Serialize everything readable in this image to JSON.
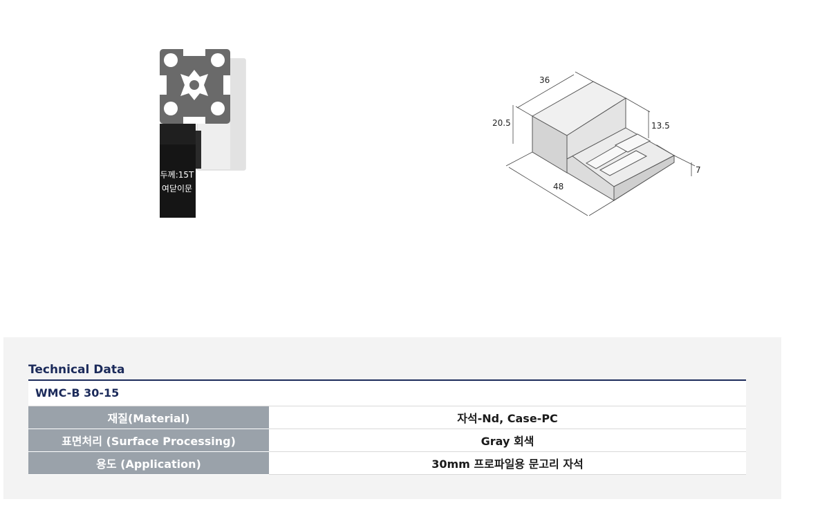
{
  "profile_figure": {
    "label_thickness": "두께:15T",
    "label_type": "여닫이문"
  },
  "bracket_figure": {
    "dim_length_top": "36",
    "dim_height": "20.5",
    "dim_step_height": "13.5",
    "dim_base_height": "7",
    "dim_length_bottom": "48"
  },
  "technical_data": {
    "heading": "Technical Data",
    "model": "WMC-B 30-15",
    "rows": [
      {
        "label": "재질(Material)",
        "value": "자석-Nd, Case-PC"
      },
      {
        "label": "표면처리 (Surface Processing)",
        "value": "Gray 회색"
      },
      {
        "label": "용도 (Application)",
        "value": "30mm 프로파일용 문고리 자석"
      }
    ]
  }
}
